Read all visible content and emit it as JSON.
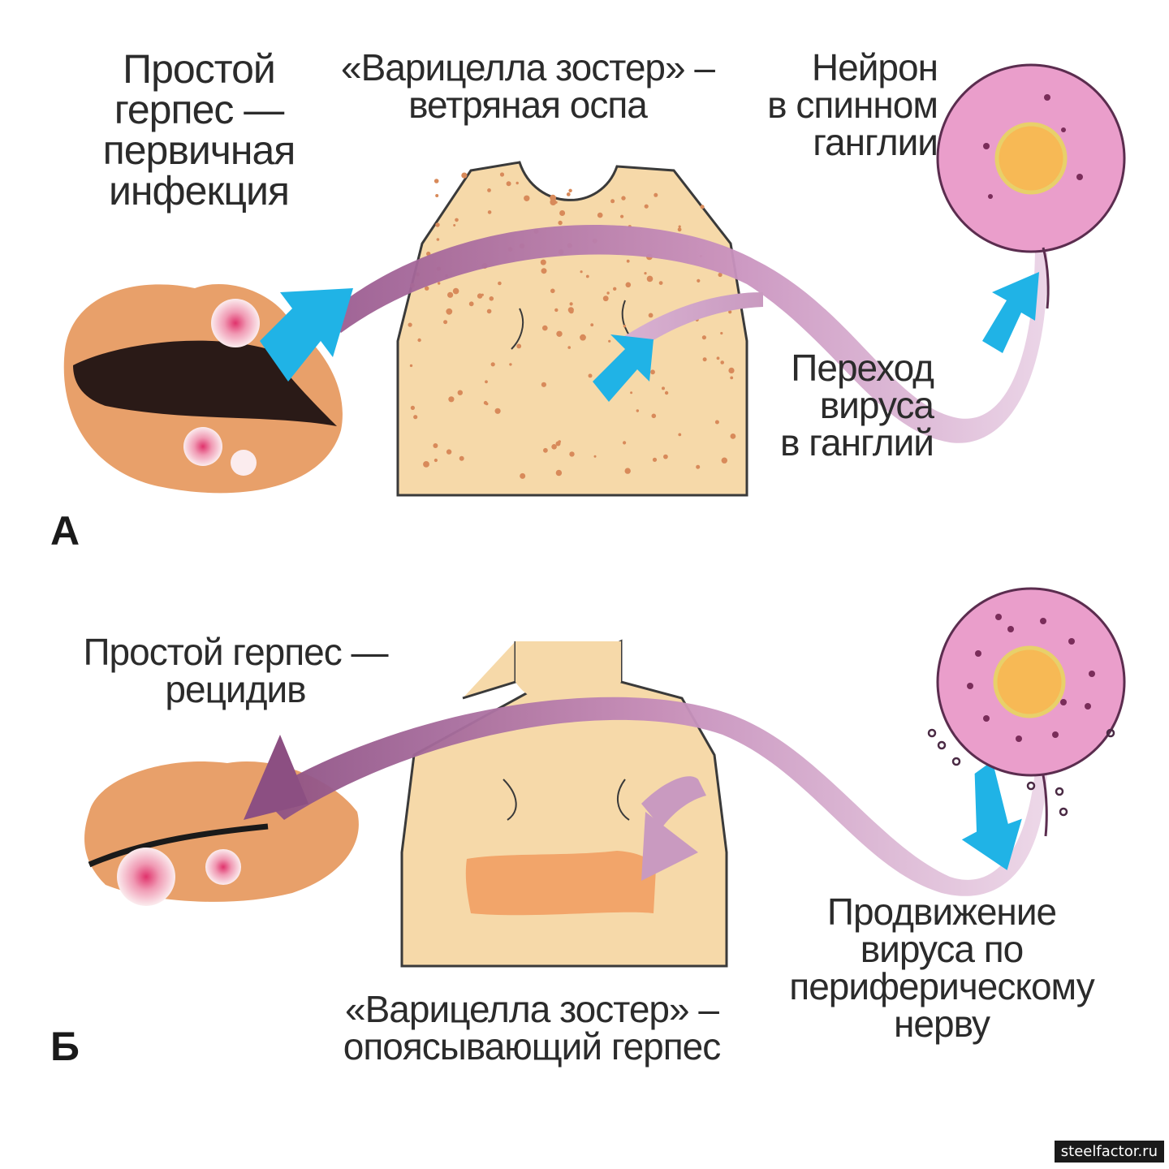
{
  "colors": {
    "background": "#ffffff",
    "skin": "#f6d9a9",
    "lip": "#e8a06a",
    "mouth": "#2a1a17",
    "lesion": "#f7dfe6",
    "lesion_center": "#e24a7b",
    "neuron": "#ea9ecb",
    "nucleus": "#f7b955",
    "arrow": "#b06ea0",
    "blue_arrow": "#20b3e6",
    "zoster_band": "#f2a56a",
    "text": "#2b2b2b"
  },
  "panel_a": {
    "letter": "A",
    "herpes_primary": "Простой\nгерпес —\nпервичная\nинфекция",
    "varicella_chickenpox": "«Варицелла зостер» –\nветряная оспа",
    "neuron_ganglion": "Нейрон\nв спинном\nганглии",
    "virus_to_ganglion": "Переход\nвируса\nв ганглий"
  },
  "panel_b": {
    "letter": "Б",
    "herpes_recurrence": "Простой герпес —\nрецидив",
    "varicella_shingles": "«Варицелла зостер» –\nопоясывающий герпес",
    "virus_along_nerve": "Продвижение\nвируса по\nпериферическому\nнерву"
  },
  "watermark": "steelfactor.ru",
  "icons": {
    "neuron_a": "neuron-cell-icon",
    "neuron_b": "neuron-cell-icon",
    "lips_a": "lips-icon",
    "lips_b": "lips-icon",
    "back_a": "human-back-icon",
    "back_b": "human-back-icon"
  }
}
